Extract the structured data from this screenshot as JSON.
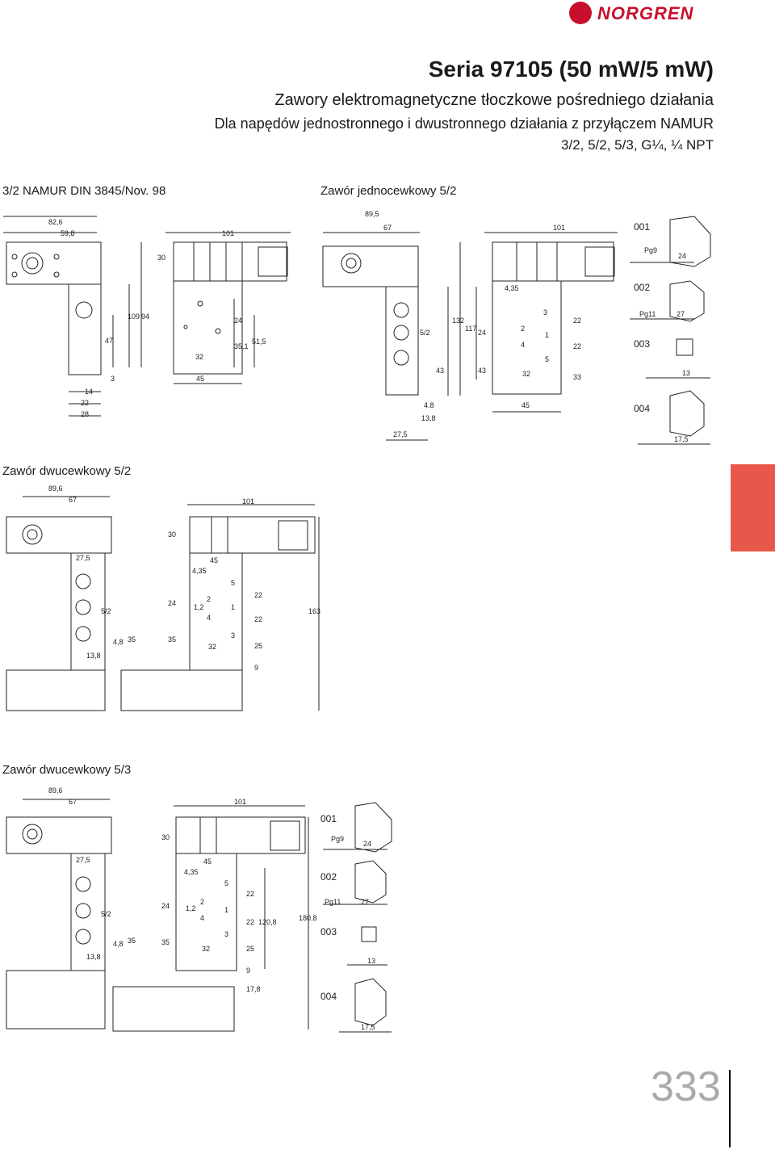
{
  "logo": {
    "text": "NORGREN",
    "brand_color": "#c8102e"
  },
  "header": {
    "series": "Seria 97105 (50 mW/5 mW)",
    "subtitle1": "Zawory elektromagnetyczne tłoczkowe pośredniego działania",
    "subtitle2": "Dla napędów jednostronnego i dwustronnego działania z przyłączem NAMUR",
    "subtitle3": "3/2, 5/2, 5/3, G¼, ¼ NPT"
  },
  "sections": {
    "namur_title": "3/2 NAMUR DIN 3845/Nov. 98",
    "single_title": "Zawór jednocewkowy 5/2",
    "double52_title": "Zawór dwucewkowy 5/2",
    "double53_title": "Zawór dwucewkowy 5/3"
  },
  "dims": {
    "namur": [
      "82,6",
      "59,8",
      "101",
      "30",
      "109",
      "94",
      "47",
      "3",
      "14",
      "22",
      "28",
      "45",
      "32",
      "24",
      "35,1",
      "51,5"
    ],
    "single": [
      "89,5",
      "67",
      "101",
      "132",
      "117",
      "43",
      "43",
      "24",
      "4,35",
      "22",
      "22",
      "33",
      "32",
      "45",
      "4.8",
      "13,8",
      "27,5"
    ],
    "double52": [
      "89,6",
      "67",
      "101",
      "30",
      "27,5",
      "45",
      "4,35",
      "24",
      "35",
      "1,2",
      "22",
      "22",
      "25",
      "9",
      "163",
      "32",
      "4,8",
      "35",
      "13,8"
    ],
    "double53": [
      "89,6",
      "67",
      "101",
      "30",
      "27,5",
      "45",
      "4,35",
      "24",
      "35",
      "1,2",
      "22",
      "22",
      "25",
      "9",
      "120,8",
      "180,8",
      "17,8",
      "32",
      "4,8",
      "35",
      "13,8"
    ]
  },
  "ports": {
    "p5": "5",
    "p3": "3",
    "p2": "2",
    "p4": "4",
    "p1": "1",
    "label": "5/2"
  },
  "connectors_top": {
    "c001": "001",
    "pg9": "Pg9",
    "d24": "24",
    "c002": "002",
    "pg11": "Pg11",
    "d27": "27",
    "c003": "003",
    "d13": "13",
    "c004": "004",
    "d175": "17,5"
  },
  "connectors_bottom": {
    "c001": "001",
    "pg9": "Pg9",
    "d24": "24",
    "c002": "002",
    "pg11": "Pg11",
    "d27": "27",
    "c003": "003",
    "d13": "13",
    "c004": "004",
    "d175": "17,5"
  },
  "page_number": "333"
}
